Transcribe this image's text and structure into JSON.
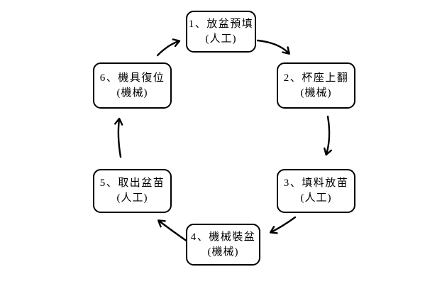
{
  "diagram": {
    "type": "cycle-flowchart",
    "steps": [
      {
        "order": "1",
        "label": "1、放盆預填",
        "actor": "(人工)"
      },
      {
        "order": "2",
        "label": "2、杯座上翻",
        "actor": "(機械)"
      },
      {
        "order": "3",
        "label": "3、填料放苗",
        "actor": "(人工)"
      },
      {
        "order": "4",
        "label": "4、機械裝盆",
        "actor": "(機械)"
      },
      {
        "order": "5",
        "label": "5、取出盆苗",
        "actor": "(人工)"
      },
      {
        "order": "6",
        "label": "6、機具復位",
        "actor": "(機械)"
      }
    ],
    "connections": [
      {
        "from": "1",
        "to": "2"
      },
      {
        "from": "2",
        "to": "3"
      },
      {
        "from": "3",
        "to": "4"
      },
      {
        "from": "4",
        "to": "5"
      },
      {
        "from": "5",
        "to": "6"
      },
      {
        "from": "6",
        "to": "1"
      }
    ],
    "colors": {
      "stroke": "#000000",
      "box_fill": "#ffffff",
      "background": "#ffffff",
      "text": "#000000"
    }
  }
}
